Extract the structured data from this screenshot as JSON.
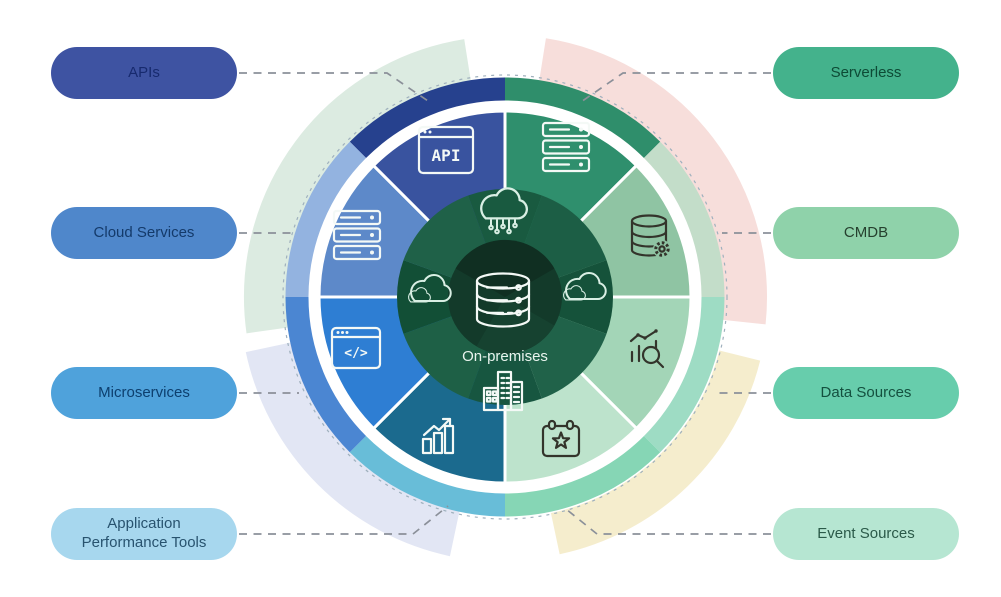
{
  "pills": {
    "left": [
      {
        "label": "APIs",
        "bg": "#3e53a2",
        "text_color": "#172a6e"
      },
      {
        "label": "Cloud Services",
        "bg": "#4f87cb",
        "text_color": "#143a6a"
      },
      {
        "label": "Microservices",
        "bg": "#4fa2db",
        "text_color": "#0d3f6e"
      },
      {
        "label": "Application Performance Tools",
        "bg": "#a7d7ee",
        "text_color": "#28536f"
      }
    ],
    "right": [
      {
        "label": "Serverless",
        "bg": "#44b28c",
        "text_color": "#0d4a35"
      },
      {
        "label": "CMDB",
        "bg": "#8fd2aa",
        "text_color": "#26402e"
      },
      {
        "label": "Data Sources",
        "bg": "#67cdac",
        "text_color": "#14503f"
      },
      {
        "label": "Event Sources",
        "bg": "#b6e6d2",
        "text_color": "#2b5a49"
      }
    ]
  },
  "wheel": {
    "center_label": "On-premises",
    "center_icon": "database-icon",
    "api_text": "API",
    "code_text": "</>",
    "segments": [
      {
        "position": "north-northeast",
        "icon": "server-rack-icon",
        "color": "#2f8f6d",
        "icon_color": "white"
      },
      {
        "position": "east-northeast",
        "icon": "database-gear-icon",
        "color": "#8fc4a3",
        "icon_color": "dark"
      },
      {
        "position": "east-southeast",
        "icon": "chart-magnifier-icon",
        "color": "#a3d5b7",
        "icon_color": "dark"
      },
      {
        "position": "south-southeast",
        "icon": "calendar-star-icon",
        "color": "#bde3cc",
        "icon_color": "dark"
      },
      {
        "position": "south-southwest",
        "icon": "growth-chart-icon",
        "color": "#1b6a8e",
        "icon_color": "white"
      },
      {
        "position": "west-southwest",
        "icon": "code-window-icon",
        "color": "#2e7ed3",
        "icon_color": "white"
      },
      {
        "position": "west-northwest",
        "icon": "server-rack-icon",
        "color": "#5d89c9",
        "icon_color": "white"
      },
      {
        "position": "north-northwest",
        "icon": "api-window-icon",
        "color": "#39539f",
        "icon_color": "white"
      }
    ],
    "inner_icons": [
      "cloud-network-icon",
      "cloud-icon",
      "cloud-icon",
      "buildings-icon"
    ],
    "inner_circle_color": "#1c5c42",
    "center_circle_color": "#133a2a",
    "outer_ring_colors": [
      "#26418e",
      "#2f8e6b",
      "#c3ddc9",
      "#9edcc4",
      "#86d6b5",
      "#68bdd8",
      "#4b86d2",
      "#93b3e0"
    ],
    "decorative_arc_colors": {
      "top_left": "#dcebe1",
      "top_right": "#f7dedb",
      "bottom_right": "#f5edcd",
      "bottom_left": "#e2e6f4"
    }
  },
  "connectors": {
    "style": "dashed",
    "color": "#8b9099"
  }
}
